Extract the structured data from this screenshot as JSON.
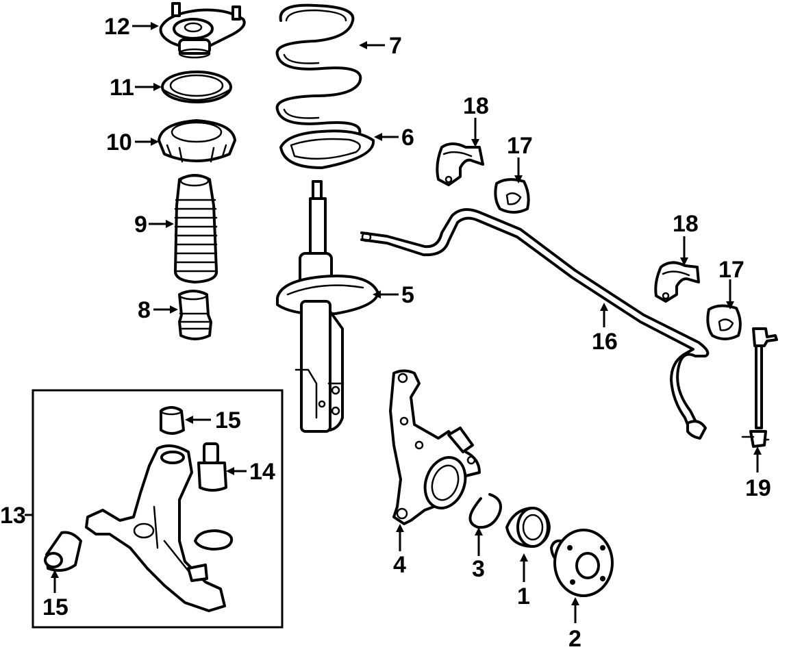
{
  "callouts": {
    "c1": "1",
    "c2": "2",
    "c3": "3",
    "c4": "4",
    "c5": "5",
    "c6": "6",
    "c7": "7",
    "c8": "8",
    "c9": "9",
    "c10": "10",
    "c11": "11",
    "c12": "12",
    "c13": "13",
    "c14": "14",
    "c15a": "15",
    "c15b": "15",
    "c16": "16",
    "c17a": "17",
    "c17b": "17",
    "c18a": "18",
    "c18b": "18",
    "c19": "19"
  }
}
